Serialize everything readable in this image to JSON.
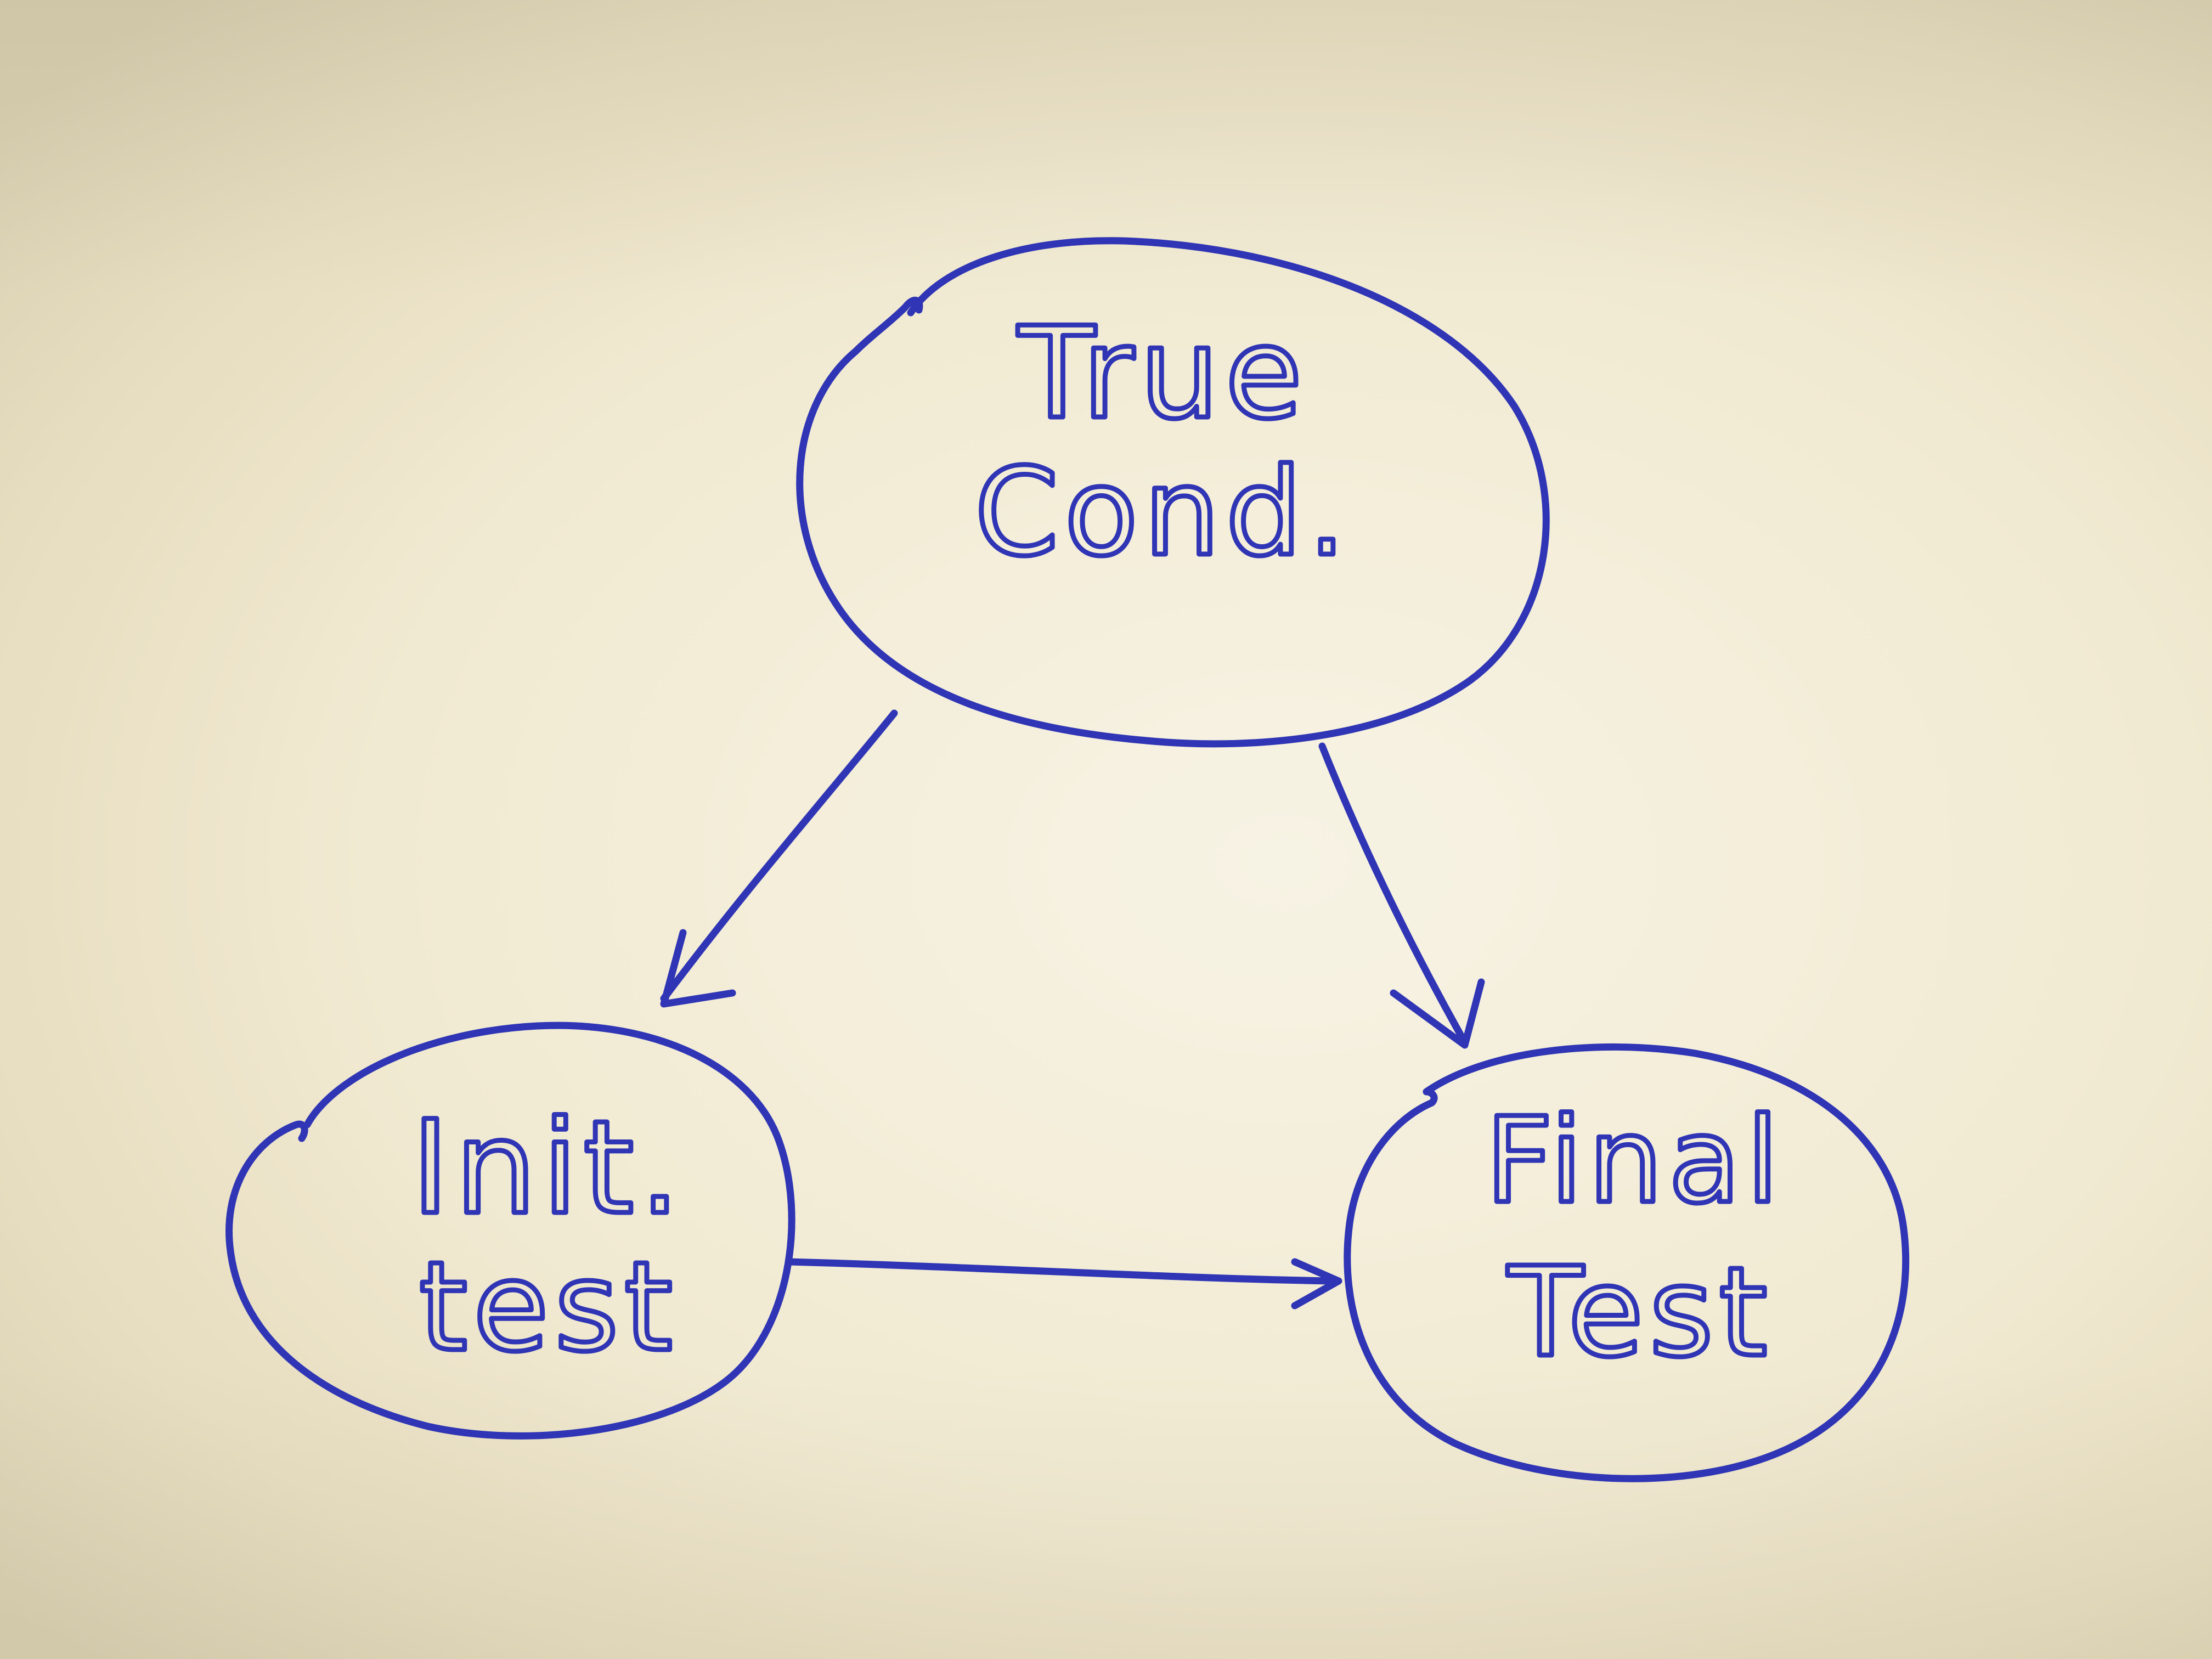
{
  "nodes": {
    "top": {
      "lines": [
        "True",
        "Cond."
      ]
    },
    "left": {
      "lines": [
        "Init.",
        "test"
      ]
    },
    "right": {
      "lines": [
        "Final",
        "Test"
      ]
    }
  },
  "edges": [
    {
      "from": "top",
      "to": "left"
    },
    {
      "from": "top",
      "to": "right"
    },
    {
      "from": "left",
      "to": "right"
    }
  ],
  "colors": {
    "ink": "#2f35b5",
    "paper": "#f4efdc"
  }
}
